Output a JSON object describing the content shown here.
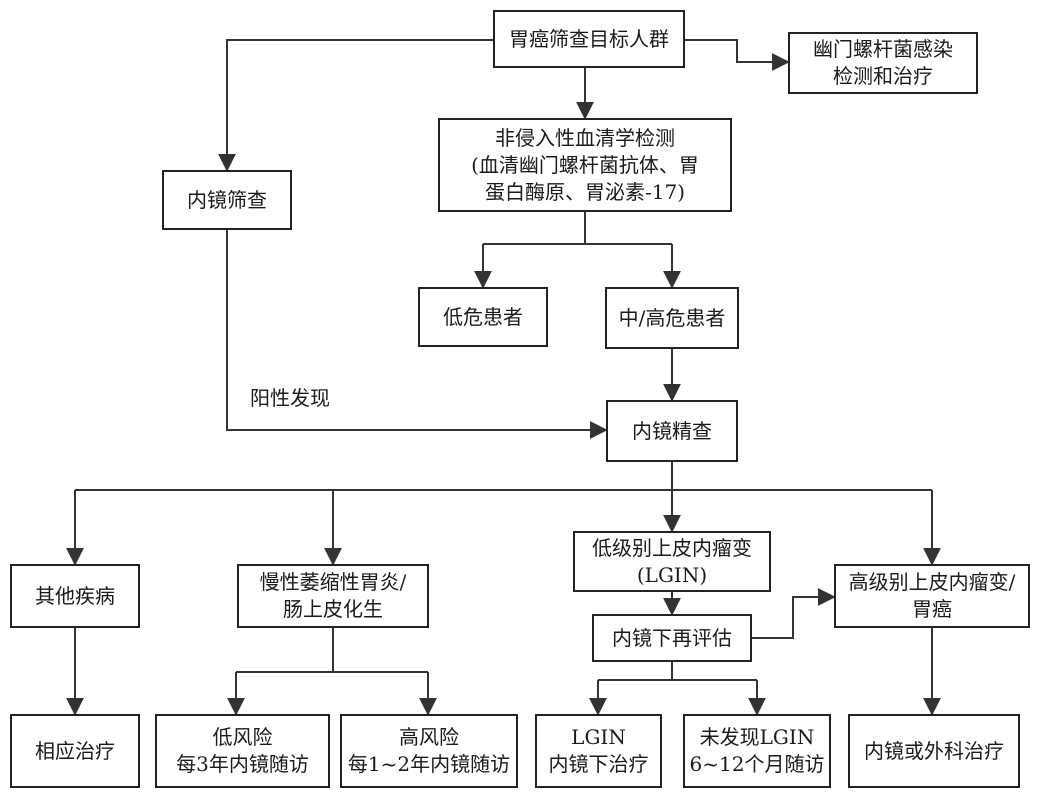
{
  "nodes": {
    "target": "胃癌筛查目标人群",
    "hp": "幽门螺杆菌感染\n检测和治疗",
    "serum": "非侵入性血清学检测\n(血清幽门螺杆菌抗体、胃\n蛋白酶原、胃泌素-17)",
    "endoscreen": "内镜筛查",
    "lowrisk": "低危患者",
    "midhigh": "中/高危患者",
    "detail": "内镜精查",
    "other": "其他疾病",
    "atrophic": "慢性萎缩性胃炎/\n肠上皮化生",
    "lgin": "低级别上皮内瘤变\n(LGIN)",
    "hgin": "高级别上皮内瘤变/\n胃癌",
    "reassess": "内镜下再评估",
    "treat": "相应治疗",
    "lowfollow": "低风险\n每3年内镜随访",
    "highfollow": "高风险\n每1~2年内镜随访",
    "lgintreat": "LGIN\n内镜下治疗",
    "nolgin": "未发现LGIN\n6~12个月随访",
    "surgery": "内镜或外科治疗"
  },
  "edge_labels": {
    "positive": "阳性发现"
  }
}
